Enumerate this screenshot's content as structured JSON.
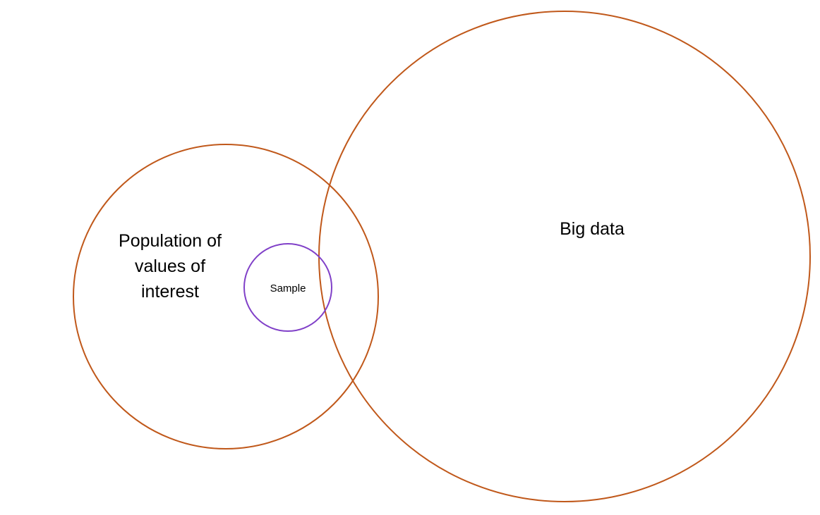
{
  "diagram": {
    "population": {
      "label_lines": [
        "Population of",
        "values of",
        "interest"
      ],
      "color": "#c0581a"
    },
    "big_data": {
      "label": "Big data",
      "color": "#c0581a"
    },
    "sample": {
      "label": "Sample",
      "color": "#8040c8"
    }
  }
}
